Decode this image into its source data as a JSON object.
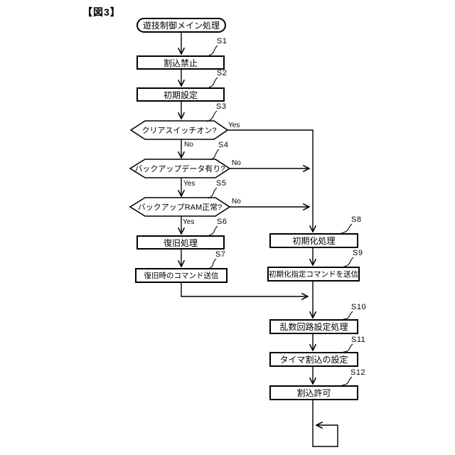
{
  "figure_title": "【図3】",
  "flowchart": {
    "start": {
      "label": "遊技制御メイン処理"
    },
    "steps": [
      {
        "id": "S1",
        "type": "process",
        "label": "割込禁止"
      },
      {
        "id": "S2",
        "type": "process",
        "label": "初期設定"
      },
      {
        "id": "S3",
        "type": "decision",
        "label": "クリアスイッチオン?",
        "branches": {
          "yes": "Yes",
          "no": "No"
        }
      },
      {
        "id": "S4",
        "type": "decision",
        "label": "バックアップデータ有り?",
        "branches": {
          "yes": "Yes",
          "no": "No"
        }
      },
      {
        "id": "S5",
        "type": "decision",
        "label": "バックアップRAM正常?",
        "branches": {
          "yes": "Yes",
          "no": "No"
        }
      },
      {
        "id": "S6",
        "type": "process",
        "label": "復旧処理"
      },
      {
        "id": "S7",
        "type": "process",
        "label": "復旧時のコマンド送信"
      },
      {
        "id": "S8",
        "type": "process",
        "label": "初期化処理"
      },
      {
        "id": "S9",
        "type": "process",
        "label": "初期化指定コマンドを送信"
      },
      {
        "id": "S10",
        "type": "process",
        "label": "乱数回路設定処理"
      },
      {
        "id": "S11",
        "type": "process",
        "label": "タイマ割込の設定"
      },
      {
        "id": "S12",
        "type": "process",
        "label": "割込許可"
      }
    ],
    "line_color": "#000000",
    "background_color": "#ffffff"
  }
}
